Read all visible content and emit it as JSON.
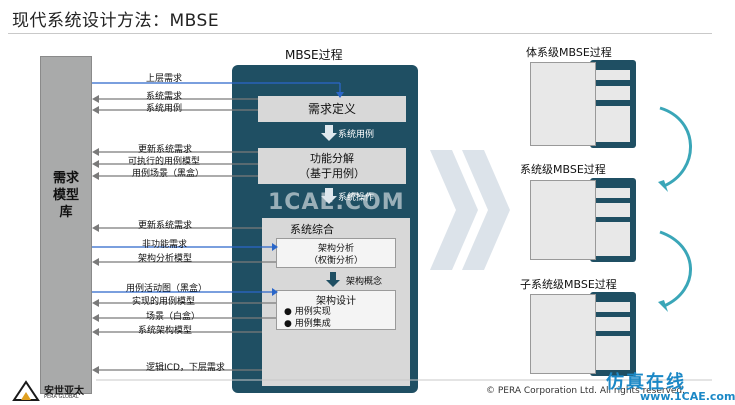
{
  "header": {
    "title": "现代系统设计方法：MBSE"
  },
  "repository": {
    "label": "需求模型库"
  },
  "process": {
    "title": "MBSE过程",
    "steps": {
      "req_def": "需求定义",
      "func_line1": "功能分解",
      "func_line2": "（基于用例）",
      "synth": "系统综合",
      "arch_analysis_line1": "架构分析",
      "arch_analysis_line2": "（权衡分析）",
      "arch_design": "架构设计",
      "arch_design_items": [
        "● 用例实现",
        "● 用例集成"
      ]
    },
    "flows": {
      "use_case": "系统用例",
      "sys_ops": "系统操作",
      "arch_concept": "架构概念"
    }
  },
  "arrows": [
    {
      "label": "上层需求"
    },
    {
      "label": "系统需求"
    },
    {
      "label": "系统用例"
    },
    {
      "label": "更新系统需求"
    },
    {
      "label": "可执行的用例模型"
    },
    {
      "label": "用例场景（黑盒）"
    },
    {
      "label": "更新系统需求"
    },
    {
      "label": "非功能需求"
    },
    {
      "label": "架构分析模型"
    },
    {
      "label": "用例活动图（黑盒）"
    },
    {
      "label": "实现的用例模型"
    },
    {
      "label": "场景（白盒）"
    },
    {
      "label": "系统架构模型"
    },
    {
      "label": "逻辑ICD，下层需求"
    }
  ],
  "watermark": "1CAE.COM",
  "levels": [
    {
      "title": "体系级MBSE过程"
    },
    {
      "title": "系统级MBSE过程"
    },
    {
      "title": "子系统级MBSE过程"
    }
  ],
  "footer": {
    "copyright": "© PERA Corporation Ltd. All rights reserved."
  },
  "logo": {
    "name": "安世亚太",
    "sub": "PERA GLOBAL"
  },
  "brand": {
    "line1": "仿真在线",
    "line2": "www.1CAE.com"
  },
  "colors": {
    "process_bg": "#1f4f63",
    "repo_bg": "#a9aaaa",
    "arrow_blue": "#2a66c9",
    "chevron": "#dce3ea",
    "cycle_arrow": "#3aa6b8"
  }
}
